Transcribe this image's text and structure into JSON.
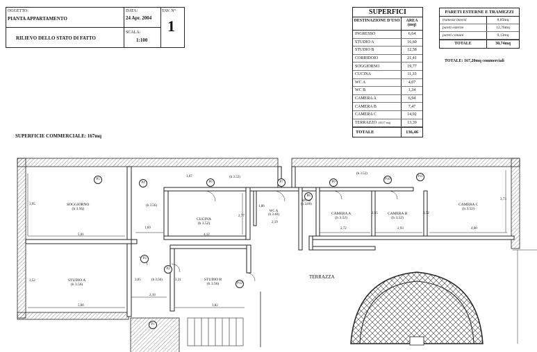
{
  "title_block": {
    "oggetto_label": "OGGETTO:",
    "oggetto": "PIANTA APPARTAMENTO",
    "subject": "RILIEVO DELLO STATO DI FATTO",
    "data_label": "DATA:",
    "data": "24 Apr. 2004",
    "scala_label": "SCALA:",
    "scala": "1:100",
    "tav_label": "TAV. N°",
    "tav": "1"
  },
  "superfici": {
    "title": "SUPERFICI",
    "col1": "DESTINAZIONE D'USO",
    "col2": "AREA (mq)",
    "rows": [
      {
        "name": "INGRESSO",
        "area": "6,64"
      },
      {
        "name": "STUDIO A",
        "area": "16,60"
      },
      {
        "name": "STUDIO B",
        "area": "12,58"
      },
      {
        "name": "CORRIDOIO",
        "area": "21,41"
      },
      {
        "name": "SOGGIORNO",
        "area": "19,77"
      },
      {
        "name": "CUCINA",
        "area": "11,33"
      },
      {
        "name": "WC A",
        "area": "4,07"
      },
      {
        "name": "WC B",
        "area": "1,34"
      },
      {
        "name": "CAMERA A",
        "area": "6,94"
      },
      {
        "name": "CAMERA B",
        "area": "7,47"
      },
      {
        "name": "CAMERA C",
        "area": "14,92"
      },
      {
        "name": "TERRAZZO",
        "note": "(40,17 mq)",
        "area": "13,39"
      }
    ],
    "total_label": "TOTALE",
    "total": "136,46"
  },
  "pareti": {
    "title": "PARETI ESTERNE E TRAMEZZI",
    "rows": [
      {
        "name": "tramezzi interni",
        "area": "8,85mq"
      },
      {
        "name": "pareti esterne",
        "area": "12,76mq"
      },
      {
        "name": "pareti comuni",
        "area": "9,13mq"
      }
    ],
    "total_label": "TOTALE",
    "total": "30,74mq"
  },
  "totale_commerciale": "TOTALE: 167,20mq commerciali",
  "superficie_commerciale": "SUPERFICIE COMMERCIALE: 167mq",
  "plan": {
    "rooms": {
      "soggiorno": "SOGGIORNO",
      "soggiorno_h": "(h 3.56)",
      "cucina": "CUCINA",
      "cucina_h": "(h 3.52)",
      "wca": "WC A",
      "wca_h": "(h 3.40)",
      "wcb": "WC B",
      "wcb_h": "(h 3.00)",
      "camera_a": "CAMERA A",
      "camera_a_h": "(h 3.52)",
      "camera_b": "CAMERA B",
      "camera_b_h": "(h 3.52)",
      "camera_c": "CAMERA C",
      "camera_c_h": "(h 3.52)",
      "studio_a": "STUDIO A",
      "studio_a_h": "(h 3.56)",
      "studio_b": "STUDIO B",
      "studio_b_h": "(h 3.56)",
      "terrazza": "TERRAZZA",
      "corr_h1": "(h 3.56)",
      "corr_h2": "(h 3.52)",
      "corr_h3": "(h 3.52)",
      "corr_h4": "(h 3.56)"
    },
    "dims": {
      "d501": "5,01",
      "d395": "3,95",
      "d169": "1,69",
      "d412": "4,12",
      "d277": "2,77",
      "d107": "1,07",
      "d186": "1,86",
      "d219": "2,19",
      "d272": "2,72",
      "d255": "2,55",
      "d293": "2,93",
      "d400": "4,00",
      "d373": "3,73",
      "d352": "3,52",
      "d500": "5,00",
      "d305": "3,05",
      "d210": "2,10",
      "d331": "3,31",
      "d382": "3,82"
    },
    "doors": [
      "P5",
      "P4",
      "P6",
      "P7",
      "P8",
      "P9",
      "P10",
      "P11",
      "P3",
      "P2",
      "P12",
      "P1"
    ]
  }
}
